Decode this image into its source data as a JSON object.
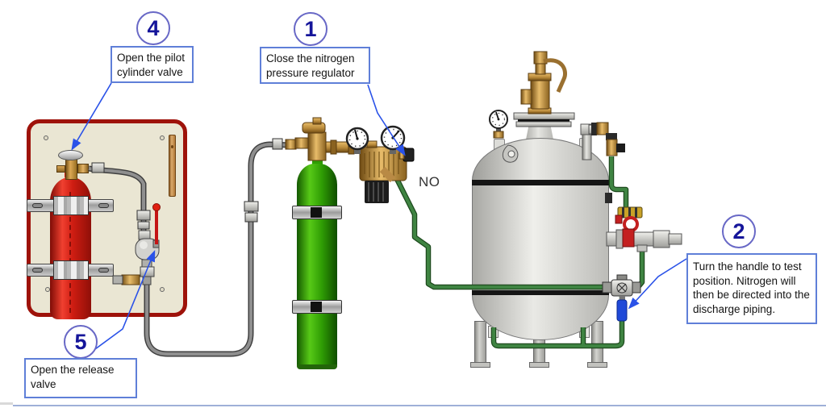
{
  "callouts": {
    "step1": {
      "number": "1",
      "lines": [
        "Close the nitrogen",
        "pressure regulator"
      ]
    },
    "step2": {
      "number": "2",
      "lines": [
        "Turn the handle to test",
        "position. Nitrogen will",
        "then be directed into the",
        "discharge piping."
      ]
    },
    "step4": {
      "number": "4",
      "lines": [
        "Open the pilot",
        "cylinder valve"
      ]
    },
    "step5": {
      "number": "5",
      "lines": [
        "Open the release",
        "valve"
      ]
    }
  },
  "labels": {
    "regulator_marker": "NO"
  },
  "colors": {
    "callout_circle_border": "#6868c6",
    "callout_number": "#15159a",
    "callout_box_border": "#5f7fd8",
    "leader_line": "#2a52e8",
    "panel_fill": "#eae6d3",
    "panel_border": "#9e120a",
    "pilot_cylinder_red": "#cf1d12",
    "nitrogen_cylinder_green": "#2f9d04",
    "nitrogen_pipe_green": "#3f8442",
    "hose_gray": "#8f8f8f",
    "tank_gray": "#d9d9d5",
    "brass": "#c89a4a",
    "test_handle_blue": "#1f49d8"
  }
}
